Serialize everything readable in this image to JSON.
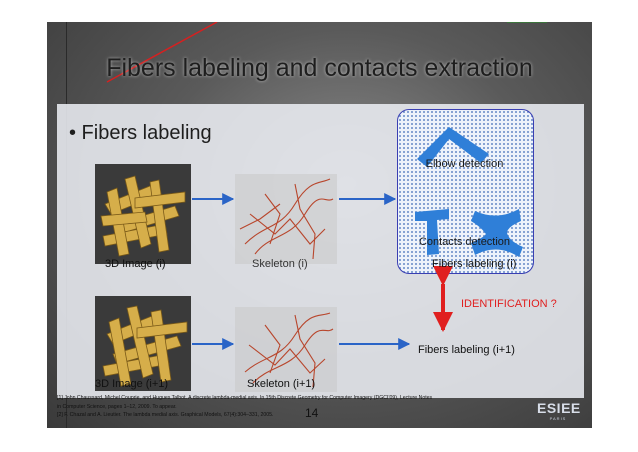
{
  "slide": {
    "title": "Fibers labeling and contacts extraction",
    "bullet": "• Fibers labeling",
    "row1": {
      "left_label": "3D Image (i)",
      "mid_label": "Skeleton (i)",
      "right_label": "Fibers labeling (i)"
    },
    "row2": {
      "left_label": "3D Image (i+1)",
      "mid_label": "Skeleton (i+1)",
      "right_label": "Fibers labeling (i+1)"
    },
    "box": {
      "elbow_label": "Elbow detection",
      "contacts_label": "Contacts detection"
    },
    "identification": "IDENTIFICATION ?",
    "footnotes": [
      "[1] John Chaussard, Michel Couprie, and Hugues Talbot. A discrete lambda-medial axis. In 15th Discrete Geometry for Computer Imagery (DGCI'09), Lecture Notes",
      "in Computer Science, pages 1–12, 2009. To appear.",
      "[2] F. Chazal and A. Lieutier. The lambda medial axis. Graphical Models, 67(4):304–331, 2005."
    ],
    "page_number": "14",
    "logo": "ESIEE",
    "logo_sub": "PARIS"
  },
  "colors": {
    "accent_blue": "#2f7fd8",
    "arrow_blue": "#2a64c7",
    "identification_red": "#e01f1f",
    "skeleton_red": "#b8462c"
  }
}
